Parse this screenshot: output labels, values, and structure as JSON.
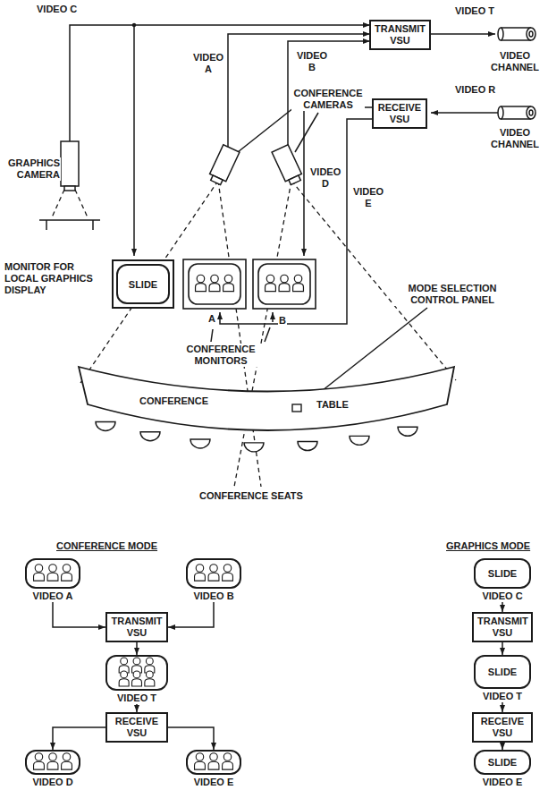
{
  "diagram": {
    "nodes": [
      {
        "text": [
          "SLIDE"
        ]
      },
      {
        "text": [
          "TRANSMIT VSU"
        ]
      },
      {
        "text": [
          "RECEIVE VSU"
        ]
      },
      {
        "text": [
          "CONFERENCE",
          "TABLE"
        ]
      },
      {
        "text": [
          "VIDEO A"
        ]
      },
      {
        "text": [
          "VIDEO B"
        ]
      },
      {
        "text": [
          "TRANSMIT VSU"
        ]
      },
      {
        "text": [
          "VIDEO T"
        ]
      },
      {
        "text": [
          "RECEIVE VSU"
        ]
      },
      {
        "text": [
          "VIDEO D"
        ]
      },
      {
        "text": [
          "VIDEO E"
        ]
      },
      {
        "text": [
          "SLIDE",
          "VIDEO C"
        ]
      },
      {
        "text": [
          "TRANSMIT VSU"
        ]
      },
      {
        "text": [
          "SLIDE",
          "VIDEO T"
        ]
      },
      {
        "text": [
          "RECEIVE VSU"
        ]
      },
      {
        "text": [
          "SLIDE",
          "VIDEO E"
        ]
      }
    ],
    "edges": [
      {
        "from": 4,
        "to": 6,
        "arrow": "to"
      },
      {
        "from": 5,
        "to": 6,
        "arrow": "to"
      },
      {
        "from": 6,
        "to": 7,
        "arrow": "to"
      },
      {
        "from": 7,
        "to": 8,
        "arrow": "to"
      },
      {
        "from": 8,
        "to": 9,
        "arrow": "to"
      },
      {
        "from": 8,
        "to": 10,
        "arrow": "to"
      },
      {
        "from": 11,
        "to": 12,
        "arrow": "to"
      },
      {
        "from": 12,
        "to": 13,
        "arrow": "to"
      },
      {
        "from": 13,
        "to": 14,
        "arrow": "to"
      },
      {
        "from": 14,
        "to": 15,
        "arrow": "to"
      }
    ],
    "labels": [
      "VIDEO C",
      "VIDEO T",
      "VIDEO A",
      "VIDEO B",
      "CONFERENCE CAMERAS",
      "VIDEO R",
      "VIDEO CHANNEL",
      "VIDEO CHANNEL",
      "GRAPHICS CAMERA",
      "VIDEO D",
      "VIDEO E",
      "MONITOR FOR LOCAL GRAPHICS DISPLAY",
      "A",
      "B",
      "CONFERENCE MONITORS",
      "MODE SELECTION CONTROL PANEL",
      "CONFERENCE SEATS",
      "CONFERENCE MODE",
      "GRAPHICS MODE"
    ]
  }
}
